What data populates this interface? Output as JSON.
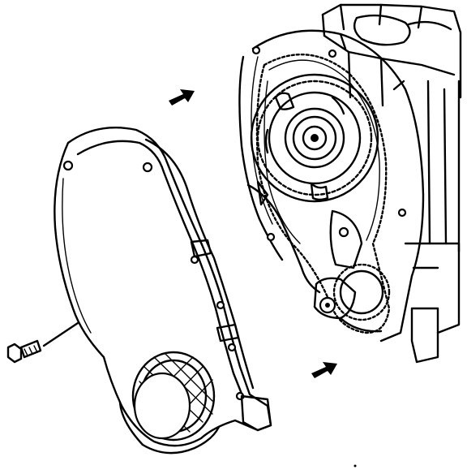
{
  "colors": {
    "ink": "#000000",
    "paper": "#ffffff"
  },
  "icons": {
    "direction_arrow": "arrow-right-up-icon"
  },
  "parts": [
    "engine-block",
    "timing-chain",
    "camshaft-sprocket",
    "crankshaft-sprocket",
    "chain-tensioner",
    "timing-cover",
    "cover-bolt"
  ]
}
